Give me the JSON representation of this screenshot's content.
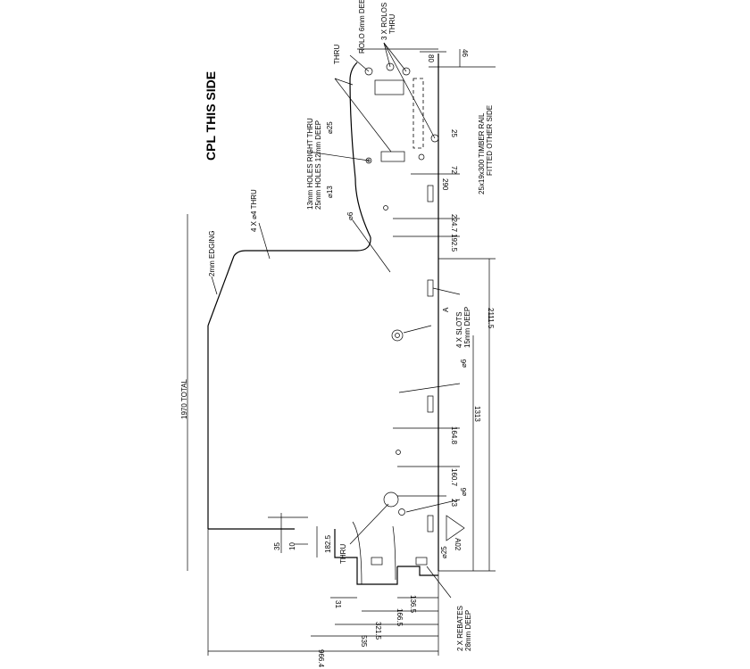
{
  "heading": "CPL THIS SIDE",
  "notes": {
    "rolo_deep": "ROLO 6mm DEEP",
    "rolos_thru_1": "3 X ROLOS",
    "rolos_thru_2": "THRU",
    "thru_top": "THRU",
    "holes_1": "13mm HOLES RIGHT THRU",
    "holes_2": "25mm HOLES 12mm DEEP",
    "timber_1": "25x19x300 TIMBER RAIL",
    "timber_2": "FITTED OTHER SIDE",
    "four_thru": "4 X ⌀4 THRU",
    "edging": "2mm EDGING",
    "slots_1": "4 X SLOTS",
    "slots_2": "15mm DEEP",
    "section_mark": "A",
    "thru_bottom": "THRU",
    "rebates_1": "2 X REBATES",
    "rebates_2": "28mm DEEP",
    "label_a02": "A02",
    "left_label": "1970 TOTAL"
  },
  "dimensions": {
    "d80": "80",
    "d46": "46",
    "d25a": "25",
    "d25dia": "⌀25",
    "d13dia": "⌀13",
    "d6a": "⌀6",
    "d72": "72",
    "d290": "290",
    "d224": "224.7",
    "d192": "192.5",
    "d2111": "2111.5",
    "d6b": "⌀6",
    "d1313": "1313",
    "d164": "164.8",
    "d160": "160.7",
    "d6c": "⌀6",
    "d23": "23",
    "d25b": "⌀25",
    "d35": "35",
    "d10": "10",
    "d182": "182.5",
    "d31": "31",
    "d136": "136.5",
    "d166": "166.5",
    "d321": "321.5",
    "d535": "535",
    "d966": "966.4"
  }
}
